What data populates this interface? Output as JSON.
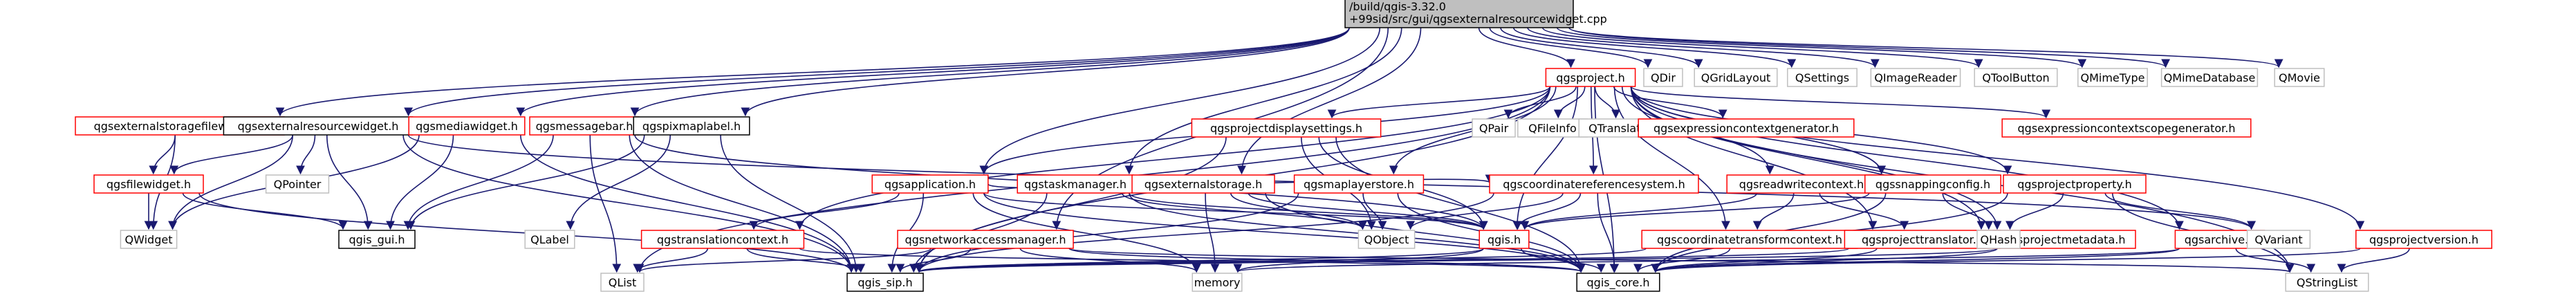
{
  "nodes": [
    {
      "id": "root",
      "lines": [
        "/build/qgis-3.32.0",
        "+99sid/src/gui/qgsexternalresourcewidget.cpp"
      ],
      "kind": "root"
    },
    {
      "id": "qgsexternalstoragefilewidget",
      "lines": [
        "qgsexternalstoragefilewidget.h"
      ],
      "kind": "inc"
    },
    {
      "id": "qgsexternalresourcewidget",
      "lines": [
        "qgsexternalresourcewidget.h"
      ],
      "kind": "plain"
    },
    {
      "id": "qgsmediawidget",
      "lines": [
        "qgsmediawidget.h"
      ],
      "kind": "inc"
    },
    {
      "id": "qgsmessagebar",
      "lines": [
        "qgsmessagebar.h"
      ],
      "kind": "inc"
    },
    {
      "id": "qgspixmaplabel",
      "lines": [
        "qgspixmaplabel.h"
      ],
      "kind": "plain"
    },
    {
      "id": "qgsproject",
      "lines": [
        "qgsproject.h"
      ],
      "kind": "inc"
    },
    {
      "id": "QDir",
      "lines": [
        "QDir"
      ],
      "kind": "ext"
    },
    {
      "id": "QGridLayout",
      "lines": [
        "QGridLayout"
      ],
      "kind": "ext"
    },
    {
      "id": "QSettings",
      "lines": [
        "QSettings"
      ],
      "kind": "ext"
    },
    {
      "id": "QImageReader",
      "lines": [
        "QImageReader"
      ],
      "kind": "ext"
    },
    {
      "id": "QToolButton",
      "lines": [
        "QToolButton"
      ],
      "kind": "ext"
    },
    {
      "id": "QMimeType",
      "lines": [
        "QMimeType"
      ],
      "kind": "ext"
    },
    {
      "id": "QMimeDatabase",
      "lines": [
        "QMimeDatabase"
      ],
      "kind": "ext"
    },
    {
      "id": "QMovie",
      "lines": [
        "QMovie"
      ],
      "kind": "ext"
    },
    {
      "id": "qgsfilewidget",
      "lines": [
        "qgsfilewidget.h"
      ],
      "kind": "inc"
    },
    {
      "id": "QPointer",
      "lines": [
        "QPointer"
      ],
      "kind": "ext"
    },
    {
      "id": "QPair",
      "lines": [
        "QPair"
      ],
      "kind": "ext"
    },
    {
      "id": "QFileInfo",
      "lines": [
        "QFileInfo"
      ],
      "kind": "ext"
    },
    {
      "id": "QTranslator",
      "lines": [
        "QTranslator"
      ],
      "kind": "ext"
    },
    {
      "id": "qgsexpressioncontextgenerator",
      "lines": [
        "qgsexpressioncontextgenerator.h"
      ],
      "kind": "inc"
    },
    {
      "id": "qgsexpressioncontextscopegenerator",
      "lines": [
        "qgsexpressioncontextscopegenerator.h"
      ],
      "kind": "inc"
    },
    {
      "id": "qgsprojectdisplaysettings",
      "lines": [
        "qgsprojectdisplaysettings.h"
      ],
      "kind": "inc"
    },
    {
      "id": "qgsapplication",
      "lines": [
        "qgsapplication.h"
      ],
      "kind": "inc"
    },
    {
      "id": "qgstaskmanager",
      "lines": [
        "qgstaskmanager.h"
      ],
      "kind": "inc"
    },
    {
      "id": "qgsexternalstorage",
      "lines": [
        "qgsexternalstorage.h"
      ],
      "kind": "inc"
    },
    {
      "id": "qgsmaplayerstore",
      "lines": [
        "qgsmaplayerstore.h"
      ],
      "kind": "inc"
    },
    {
      "id": "qgscoordinatereferencesystem",
      "lines": [
        "qgscoordinatereferencesystem.h"
      ],
      "kind": "inc"
    },
    {
      "id": "qgsreadwritecontext",
      "lines": [
        "qgsreadwritecontext.h"
      ],
      "kind": "inc"
    },
    {
      "id": "qgssnappingconfig",
      "lines": [
        "qgssnappingconfig.h"
      ],
      "kind": "inc"
    },
    {
      "id": "qgsprojectproperty",
      "lines": [
        "qgsprojectproperty.h"
      ],
      "kind": "inc"
    },
    {
      "id": "QWidget",
      "lines": [
        "QWidget"
      ],
      "kind": "ext"
    },
    {
      "id": "qgis_gui",
      "lines": [
        "qgis_gui.h"
      ],
      "kind": "plain"
    },
    {
      "id": "QLabel",
      "lines": [
        "QLabel"
      ],
      "kind": "ext"
    },
    {
      "id": "qgstranslationcontext",
      "lines": [
        "qgstranslationcontext.h"
      ],
      "kind": "inc"
    },
    {
      "id": "qgsnetworkaccessmanager",
      "lines": [
        "qgsnetworkaccessmanager.h"
      ],
      "kind": "inc"
    },
    {
      "id": "QObject",
      "lines": [
        "QObject"
      ],
      "kind": "ext"
    },
    {
      "id": "qgis",
      "lines": [
        "qgis.h"
      ],
      "kind": "inc"
    },
    {
      "id": "qgscoordinatetransformcontext",
      "lines": [
        "qgscoordinatetransformcontext.h"
      ],
      "kind": "inc"
    },
    {
      "id": "qgsprojecttranslator",
      "lines": [
        "qgsprojecttranslator.h"
      ],
      "kind": "inc"
    },
    {
      "id": "qgsprojectmetadata",
      "lines": [
        "qgsprojectmetadata.h"
      ],
      "kind": "inc"
    },
    {
      "id": "qgsarchive",
      "lines": [
        "qgsarchive.h"
      ],
      "kind": "inc"
    },
    {
      "id": "QHash",
      "lines": [
        "QHash"
      ],
      "kind": "ext"
    },
    {
      "id": "QVariant",
      "lines": [
        "QVariant"
      ],
      "kind": "ext"
    },
    {
      "id": "qgsprojectversion",
      "lines": [
        "qgsprojectversion.h"
      ],
      "kind": "inc"
    },
    {
      "id": "QList",
      "lines": [
        "QList"
      ],
      "kind": "ext"
    },
    {
      "id": "qgis_sip",
      "lines": [
        "qgis_sip.h"
      ],
      "kind": "plain"
    },
    {
      "id": "memory",
      "lines": [
        "memory"
      ],
      "kind": "ext"
    },
    {
      "id": "qgis_core",
      "lines": [
        "qgis_core.h"
      ],
      "kind": "plain"
    },
    {
      "id": "QStringList",
      "lines": [
        "QStringList"
      ],
      "kind": "ext"
    }
  ],
  "edges": [
    [
      "root",
      "qgsexternalstoragefilewidget"
    ],
    [
      "root",
      "qgsexternalresourcewidget"
    ],
    [
      "root",
      "qgsmediawidget"
    ],
    [
      "root",
      "qgsmessagebar"
    ],
    [
      "root",
      "qgspixmaplabel"
    ],
    [
      "root",
      "qgsproject"
    ],
    [
      "root",
      "QDir"
    ],
    [
      "root",
      "QGridLayout"
    ],
    [
      "root",
      "QSettings"
    ],
    [
      "root",
      "QImageReader"
    ],
    [
      "root",
      "QToolButton"
    ],
    [
      "root",
      "QMimeType"
    ],
    [
      "root",
      "QMimeDatabase"
    ],
    [
      "root",
      "QMovie"
    ],
    [
      "root",
      "qgsapplication"
    ],
    [
      "root",
      "qgstaskmanager"
    ],
    [
      "root",
      "qgsnetworkaccessmanager"
    ],
    [
      "root",
      "qgsexternalstorage"
    ],
    [
      "qgsexternalstoragefilewidget",
      "qgsfilewidget"
    ],
    [
      "qgsexternalstoragefilewidget",
      "QWidget"
    ],
    [
      "qgsexternalresourcewidget",
      "qgsfilewidget"
    ],
    [
      "qgsexternalresourcewidget",
      "QPointer"
    ],
    [
      "qgsexternalresourcewidget",
      "QWidget"
    ],
    [
      "qgsexternalresourcewidget",
      "qgis_gui"
    ],
    [
      "qgsexternalresourcewidget",
      "qgis_sip"
    ],
    [
      "qgsexternalresourcewidget",
      "QVariant"
    ],
    [
      "qgsfilewidget",
      "QWidget"
    ],
    [
      "qgsfilewidget",
      "qgis_gui"
    ],
    [
      "qgsfilewidget",
      "qgis_sip"
    ],
    [
      "qgsmediawidget",
      "QWidget"
    ],
    [
      "qgsmediawidget",
      "qgis_gui"
    ],
    [
      "qgsmediawidget",
      "qgis_sip"
    ],
    [
      "qgsmessagebar",
      "qgis_gui"
    ],
    [
      "qgsmessagebar",
      "qgis_sip"
    ],
    [
      "qgsmessagebar",
      "QList"
    ],
    [
      "qgsmessagebar",
      "qgis"
    ],
    [
      "qgspixmaplabel",
      "QLabel"
    ],
    [
      "qgspixmaplabel",
      "qgis_gui"
    ],
    [
      "qgspixmaplabel",
      "qgis_sip"
    ],
    [
      "qgsproject",
      "QList"
    ],
    [
      "qgsproject",
      "QPair"
    ],
    [
      "qgsproject",
      "QFileInfo"
    ],
    [
      "qgsproject",
      "QTranslator"
    ],
    [
      "qgsproject",
      "qgsexpressioncontextgenerator"
    ],
    [
      "qgsproject",
      "qgsexpressioncontextscopegenerator"
    ],
    [
      "qgsproject",
      "qgsprojectdisplaysettings"
    ],
    [
      "qgsproject",
      "qgsmaplayerstore"
    ],
    [
      "qgsproject",
      "qgscoordinatereferencesystem"
    ],
    [
      "qgsproject",
      "qgsreadwritecontext"
    ],
    [
      "qgsproject",
      "qgssnappingconfig"
    ],
    [
      "qgsproject",
      "qgsprojectproperty"
    ],
    [
      "qgsproject",
      "qgis"
    ],
    [
      "qgsproject",
      "qgscoordinatetransformcontext"
    ],
    [
      "qgsproject",
      "qgsprojecttranslator"
    ],
    [
      "qgsproject",
      "qgsprojectmetadata"
    ],
    [
      "qgsproject",
      "qgsarchive"
    ],
    [
      "qgsproject",
      "qgsprojectversion"
    ],
    [
      "qgsproject",
      "qgis_sip"
    ],
    [
      "qgsproject",
      "qgis_core"
    ],
    [
      "qgsproject",
      "QHash"
    ],
    [
      "qgsproject",
      "QStringList"
    ],
    [
      "qgsproject",
      "qgsapplication"
    ],
    [
      "qgsproject",
      "qgstranslationcontext"
    ],
    [
      "qgsprojectdisplaysettings",
      "QObject"
    ],
    [
      "qgsprojectdisplaysettings",
      "qgis_sip"
    ],
    [
      "qgsprojectdisplaysettings",
      "qgis_core"
    ],
    [
      "qgsprojectdisplaysettings",
      "qgis"
    ],
    [
      "qgsapplication",
      "qgstranslationcontext"
    ],
    [
      "qgsapplication",
      "qgis_sip"
    ],
    [
      "qgsapplication",
      "qgis_core"
    ],
    [
      "qgsapplication",
      "qgscoordinatereferencesystem"
    ],
    [
      "qgsapplication",
      "memory"
    ],
    [
      "qgsapplication",
      "qgis"
    ],
    [
      "qgstaskmanager",
      "QObject"
    ],
    [
      "qgstaskmanager",
      "qgis_sip"
    ],
    [
      "qgstaskmanager",
      "qgis_core"
    ],
    [
      "qgstaskmanager",
      "qgis"
    ],
    [
      "qgsexternalstorage",
      "QObject"
    ],
    [
      "qgsexternalstorage",
      "qgis_core"
    ],
    [
      "qgsexternalstorage",
      "qgis"
    ],
    [
      "qgsexternalstorage",
      "memory"
    ],
    [
      "qgsmaplayerstore",
      "QObject"
    ],
    [
      "qgsmaplayerstore",
      "qgis_core"
    ],
    [
      "qgsmaplayerstore",
      "qgis_sip"
    ],
    [
      "qgscoordinatereferencesystem",
      "qgis"
    ],
    [
      "qgscoordinatereferencesystem",
      "QObject"
    ],
    [
      "qgscoordinatereferencesystem",
      "qgis_core"
    ],
    [
      "qgscoordinatereferencesystem",
      "qgis_sip"
    ],
    [
      "qgsreadwritecontext",
      "qgis"
    ],
    [
      "qgsreadwritecontext",
      "qgsprojecttranslator"
    ],
    [
      "qgsreadwritecontext",
      "qgscoordinatetransformcontext"
    ],
    [
      "qgssnappingconfig",
      "qgis"
    ],
    [
      "qgssnappingconfig",
      "QHash"
    ],
    [
      "qgssnappingconfig",
      "qgis_core"
    ],
    [
      "qgsprojectproperty",
      "QHash"
    ],
    [
      "qgsprojectproperty",
      "QVariant"
    ],
    [
      "qgsprojectproperty",
      "QStringList"
    ],
    [
      "qgsprojectproperty",
      "qgis_core"
    ],
    [
      "qgstranslationcontext",
      "QList"
    ],
    [
      "qgstranslationcontext",
      "qgis_sip"
    ],
    [
      "qgstranslationcontext",
      "qgis_core"
    ],
    [
      "qgsnetworkaccessmanager",
      "qgis_sip"
    ],
    [
      "qgsnetworkaccessmanager",
      "qgis_core"
    ],
    [
      "qgsnetworkaccessmanager",
      "memory"
    ],
    [
      "qgsnetworkaccessmanager",
      "QList"
    ],
    [
      "qgsnetworkaccessmanager",
      "QStringList"
    ],
    [
      "qgis",
      "qgis_sip"
    ],
    [
      "qgis",
      "qgis_core"
    ],
    [
      "qgis",
      "memory"
    ],
    [
      "qgscoordinatetransformcontext",
      "qgis_core"
    ],
    [
      "qgscoordinatetransformcontext",
      "qgis_sip"
    ],
    [
      "qgsprojecttranslator",
      "qgis_core"
    ],
    [
      "qgsprojecttranslator",
      "qgis_sip"
    ],
    [
      "qgsprojectmetadata",
      "qgis_core"
    ],
    [
      "qgsprojectmetadata",
      "qgis_sip"
    ],
    [
      "qgsarchive",
      "qgis_core"
    ],
    [
      "qgsarchive",
      "QStringList"
    ],
    [
      "qgsarchive",
      "memory"
    ],
    [
      "qgsprojectversion",
      "qgis_core"
    ],
    [
      "qgsprojectversion",
      "QStringList"
    ]
  ]
}
